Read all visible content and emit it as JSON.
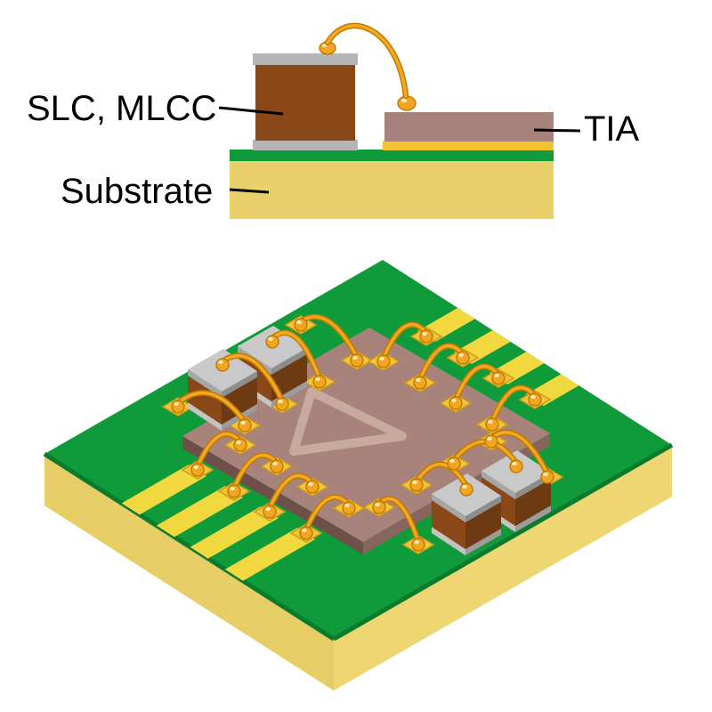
{
  "figure": {
    "labels": {
      "capacitor": "SLC, MLCC",
      "tia": "TIA",
      "substrate": "Substrate"
    },
    "colors": {
      "board_green": "#109b3a",
      "substrate_tan": "#ead06a",
      "capacitor_brown": "#8a4718",
      "termination_gray": "#b5b5b5",
      "die_mauve": "#a8837b",
      "gold_wire": "#f5a91f",
      "trace_yellow": "#f0d83e",
      "bump_gold": "#f2a51f"
    }
  }
}
